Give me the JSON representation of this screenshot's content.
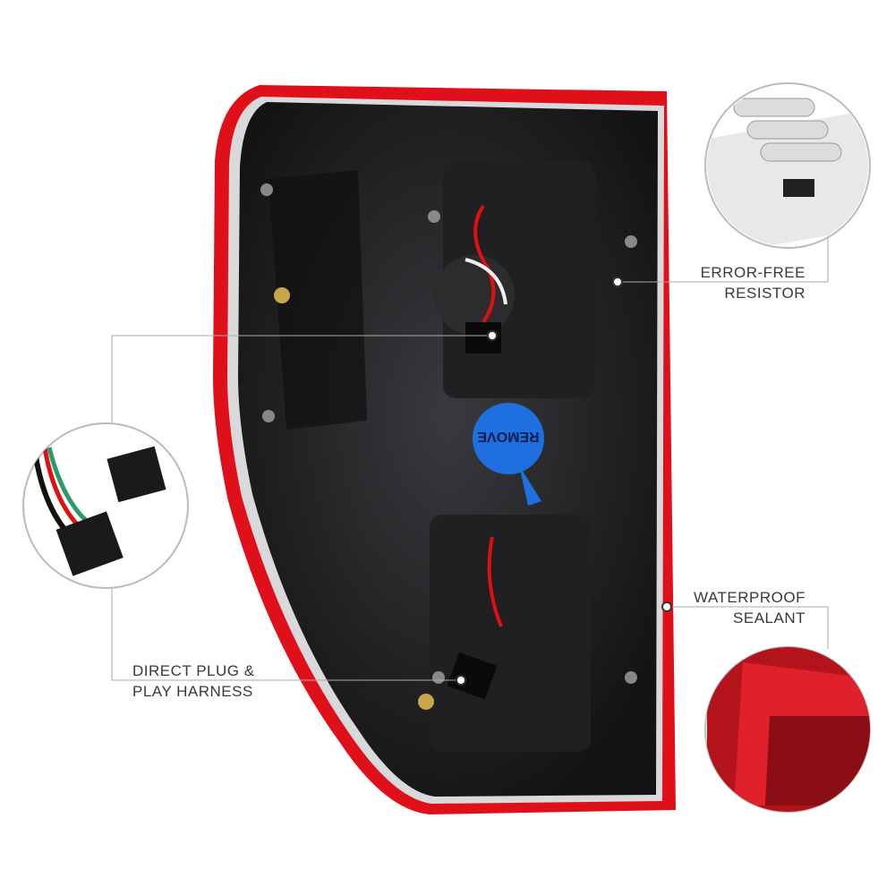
{
  "callouts": {
    "resistor": {
      "line1": "ERROR-FREE",
      "line2": "RESISTOR"
    },
    "sealant": {
      "line1": "WATERPROOF",
      "line2": "SEALANT"
    },
    "harness": {
      "line1": "DIRECT PLUG &",
      "line2": "PLAY HARNESS"
    }
  },
  "product": {
    "cap_text": "REMOVE"
  },
  "colors": {
    "housing_red": "#e0101a",
    "housing_dark": "#1e1e20",
    "cap_blue": "#1f6fe0",
    "callout_line": "#aaaaaa"
  }
}
